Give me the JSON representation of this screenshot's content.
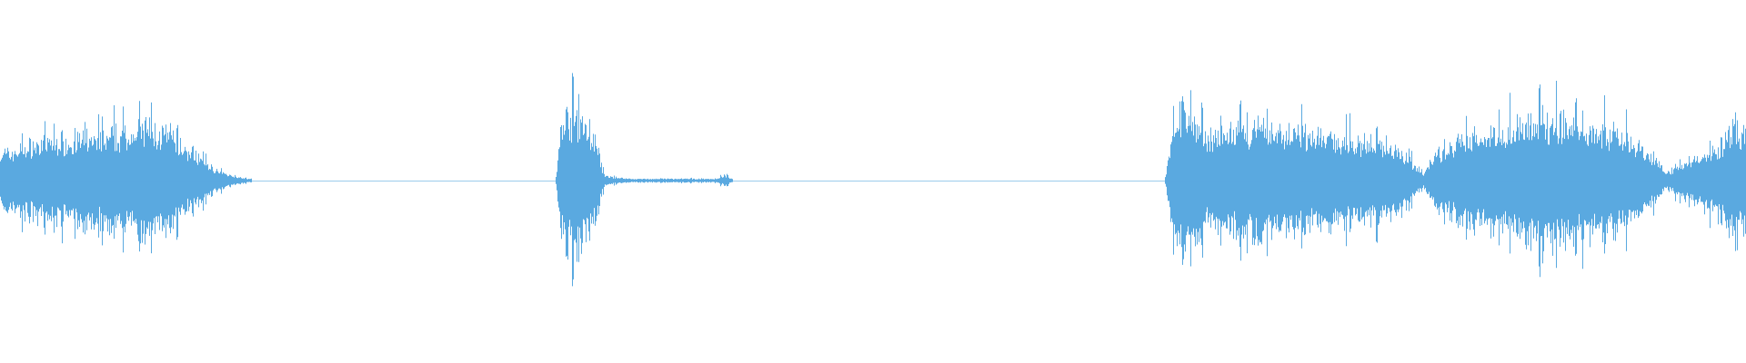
{
  "waveform": {
    "color": "#5aa9e0",
    "background": "#ffffff",
    "amplitude_envelope": [
      {
        "t": 0.0,
        "a": 0.3
      },
      {
        "t": 0.015,
        "a": 0.4
      },
      {
        "t": 0.03,
        "a": 0.45
      },
      {
        "t": 0.06,
        "a": 0.5
      },
      {
        "t": 0.085,
        "a": 0.62
      },
      {
        "t": 0.1,
        "a": 0.45
      },
      {
        "t": 0.115,
        "a": 0.25
      },
      {
        "t": 0.125,
        "a": 0.1
      },
      {
        "t": 0.135,
        "a": 0.05
      },
      {
        "t": 0.145,
        "a": 0.01
      },
      {
        "t": 0.318,
        "a": 0.01
      },
      {
        "t": 0.322,
        "a": 0.72
      },
      {
        "t": 0.33,
        "a": 0.78
      },
      {
        "t": 0.34,
        "a": 0.5
      },
      {
        "t": 0.346,
        "a": 0.05
      },
      {
        "t": 0.36,
        "a": 0.02
      },
      {
        "t": 0.41,
        "a": 0.02
      },
      {
        "t": 0.415,
        "a": 0.06
      },
      {
        "t": 0.42,
        "a": 0.01
      },
      {
        "t": 0.667,
        "a": 0.01
      },
      {
        "t": 0.672,
        "a": 0.75
      },
      {
        "t": 0.68,
        "a": 0.8
      },
      {
        "t": 0.69,
        "a": 0.5
      },
      {
        "t": 0.72,
        "a": 0.6
      },
      {
        "t": 0.76,
        "a": 0.5
      },
      {
        "t": 0.8,
        "a": 0.4
      },
      {
        "t": 0.815,
        "a": 0.08
      },
      {
        "t": 0.822,
        "a": 0.3
      },
      {
        "t": 0.85,
        "a": 0.55
      },
      {
        "t": 0.89,
        "a": 0.7
      },
      {
        "t": 0.93,
        "a": 0.55
      },
      {
        "t": 0.955,
        "a": 0.1
      },
      {
        "t": 0.975,
        "a": 0.3
      },
      {
        "t": 1.0,
        "a": 0.6
      }
    ]
  }
}
